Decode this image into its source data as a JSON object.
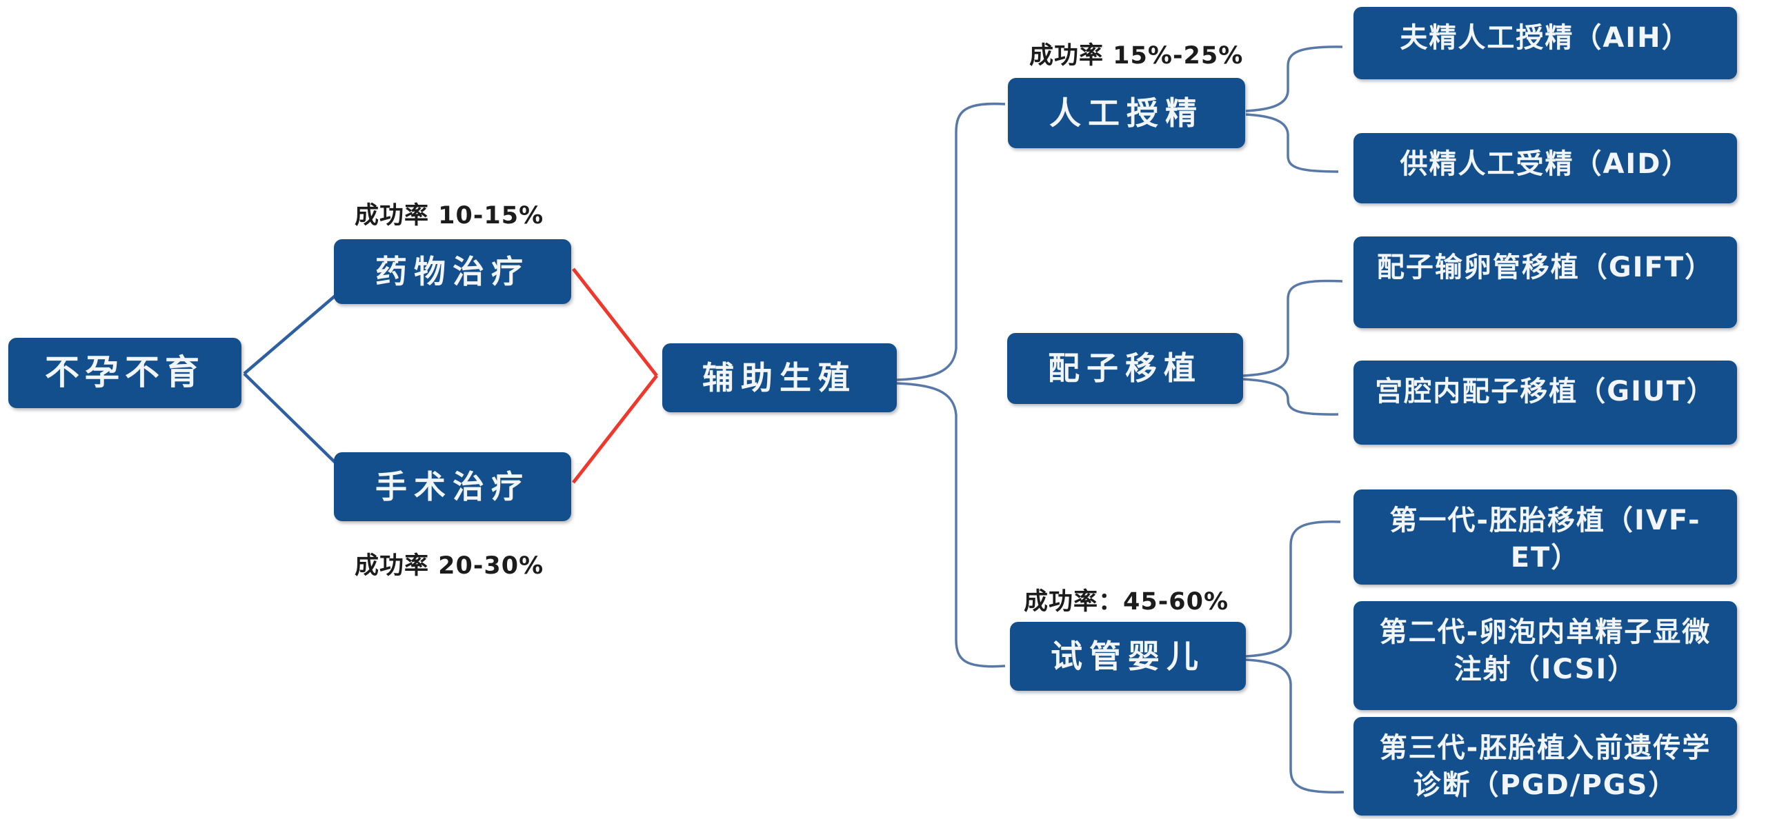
{
  "diagram": {
    "title_implicit": "",
    "root": {
      "label": "不孕不育"
    },
    "level1": [
      {
        "label": "药物治疗",
        "note": "成功率 10-15%"
      },
      {
        "label": "手术治疗",
        "note": "成功率 20-30%"
      }
    ],
    "hub": {
      "label": "辅助生殖"
    },
    "branches": [
      {
        "label": "人工授精",
        "note": "成功率 15%-25%",
        "children": [
          "夫精人工授精（AIH）",
          "供精人工受精（AID）"
        ]
      },
      {
        "label": "配子移植",
        "note": "",
        "children": [
          "配子输卵管移植（GIFT）",
          "宫腔内配子移植（GIUT）"
        ]
      },
      {
        "label": "试管婴儿",
        "note": "成功率：45-60%",
        "children": [
          "第一代-胚胎移植（IVF-ET）",
          "第二代-卵泡内单精子显微注射（ICSI）",
          "第三代-胚胎植入前遗传学诊断（PGD/PGS）"
        ]
      }
    ],
    "colors": {
      "node_fill": "#124F8C",
      "node_text": "#F2F6FB",
      "line_blue": "#2E5FA3",
      "line_red": "#EF372C",
      "brace_blue": "#5878A8",
      "note_text": "#1C1C1C",
      "background": "#FFFFFF"
    }
  }
}
